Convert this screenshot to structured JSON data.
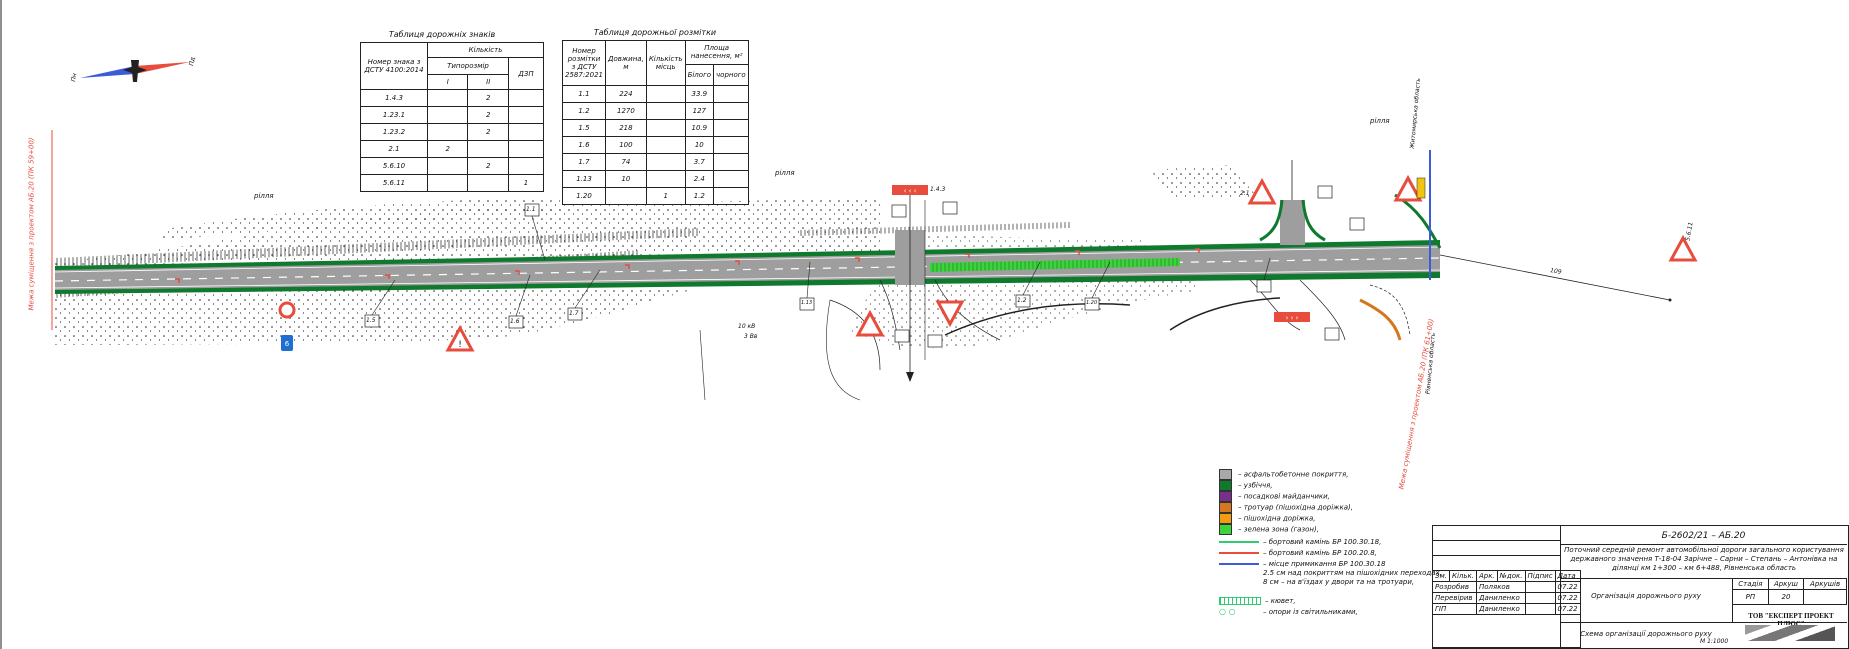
{
  "signs_table": {
    "title": "Таблиця дорожніх знаків",
    "headers": {
      "sign_number": "Номер знака з ДСТУ 4100:2014",
      "quantity": "Кількість",
      "typical": "Типорозмір",
      "col_i": "I",
      "col_ii": "II",
      "dzp": "ДЗП"
    },
    "rows": [
      {
        "num": "1.4.3",
        "i": "",
        "ii": "2",
        "dzp": ""
      },
      {
        "num": "1.23.1",
        "i": "",
        "ii": "2",
        "dzp": ""
      },
      {
        "num": "1.23.2",
        "i": "",
        "ii": "2",
        "dzp": ""
      },
      {
        "num": "2.1",
        "i": "2",
        "ii": "",
        "dzp": ""
      },
      {
        "num": "5.6.10",
        "i": "",
        "ii": "2",
        "dzp": ""
      },
      {
        "num": "5.6.11",
        "i": "",
        "ii": "",
        "dzp": "1"
      }
    ]
  },
  "markings_table": {
    "title": "Таблиця дорожньої розмітки",
    "headers": {
      "mark_number": "Номер розмітки з ДСТУ 2587:2021",
      "length": "Довжина, м",
      "count": "Кількість місць",
      "area": "Площа нанесення, м²",
      "white": "Білого",
      "black": "чорного"
    },
    "rows": [
      {
        "num": "1.1",
        "len": "224",
        "cnt": "",
        "white": "33.9",
        "black": ""
      },
      {
        "num": "1.2",
        "len": "1270",
        "cnt": "",
        "white": "127",
        "black": ""
      },
      {
        "num": "1.5",
        "len": "218",
        "cnt": "",
        "white": "10.9",
        "black": ""
      },
      {
        "num": "1.6",
        "len": "100",
        "cnt": "",
        "white": "10",
        "black": ""
      },
      {
        "num": "1.7",
        "len": "74",
        "cnt": "",
        "white": "3.7",
        "black": ""
      },
      {
        "num": "1.13",
        "len": "10",
        "cnt": "",
        "white": "2.4",
        "black": ""
      },
      {
        "num": "1.20",
        "len": "",
        "cnt": "1",
        "white": "1.2",
        "black": ""
      }
    ]
  },
  "compass": {
    "left": "Пн",
    "right": "Пд"
  },
  "map_labels": {
    "field1": "рілля",
    "field2": "рілля",
    "field3": "рілля",
    "oblast1": "Рівненська область",
    "oblast2": "Житомирська область",
    "left_border": "Межа суміщення з проектом АБ.20 (ПК 59+00)",
    "right_border": "Межа суміщення з проектом АБ.20 (ПК 61+00)",
    "mark_1_1": "1.1",
    "mark_1_5": "1.5",
    "mark_1_6": "1.6",
    "mark_1_7": "1.7",
    "mark_1_13": "1.13",
    "mark_1_2": "1.2",
    "mark_1_20": "1.20",
    "sign_14_3": "1.4.3",
    "sign_21": "2.1",
    "sign_5611": "5.6.11",
    "note1": "10 кВ",
    "note2": "3 Вв",
    "dist": "109"
  },
  "legend": [
    {
      "color": "#a9a9a9",
      "label": "– асфальтобетонне покриття,"
    },
    {
      "color": "#0f7a2e",
      "label": "– узбіччя,"
    },
    {
      "color": "#7a2f8a",
      "label": "– посадкові майданчики,"
    },
    {
      "color": "#d4771e",
      "label": "– тротуар (пішохідна доріжка),"
    },
    {
      "color": "#f39c12",
      "label": "– пішохідна доріжка,"
    },
    {
      "color": "#39d53a",
      "label": "– зелена зона (газон),"
    }
  ],
  "legend_lines": [
    {
      "color": "#2ecc71",
      "label": "– бортовий камінь БР 100.30.18,"
    },
    {
      "color": "#e74c3c",
      "label": "– бортовий камінь БР 100.20.8,"
    },
    {
      "color": "#3b5bdb",
      "label": "– місце примикання БР 100.30.18"
    },
    {
      "color": "",
      "label": "2.5 см над покриттям на пішохідних переходах,"
    },
    {
      "color": "",
      "label": "8 см – на в'їздах у двори та на тротуари,"
    }
  ],
  "legend_extra": [
    {
      "label": "– кювет,"
    },
    {
      "label": "– опори із світильниками,"
    }
  ],
  "title_block": {
    "code": "Б-2602/21 – АБ.20",
    "project": "Поточний середній ремонт автомобільної дороги загального користування державного значення Т-18-04 Зарічне – Сарни – Степань – Антонівка на ділянці км 1+300 – км 6+488, Рівненська область",
    "section": "Організація дорожнього руху",
    "sheet_name": "Схема організації дорожнього руху",
    "company": "ТОВ \"ЕКСПЕРТ ПРОЕКТ ПЛЮС\"",
    "stage_h": "Стадія",
    "sheet_h": "Аркуш",
    "sheets_h": "Аркушів",
    "stage": "РП",
    "sheet": "20",
    "sheets": "",
    "scale": "М 1:1000",
    "head": [
      "Зм.",
      "Кільк.",
      "Арк.",
      "№док.",
      "Підпис",
      "Дата"
    ],
    "people": [
      {
        "role": "Розробив",
        "name": "Поляков",
        "date": "07.22"
      },
      {
        "role": "Перевірив",
        "name": "Даниленко",
        "date": "07.22"
      },
      {
        "role": "ГІП",
        "name": "Даниленко",
        "date": "07.22"
      }
    ]
  }
}
